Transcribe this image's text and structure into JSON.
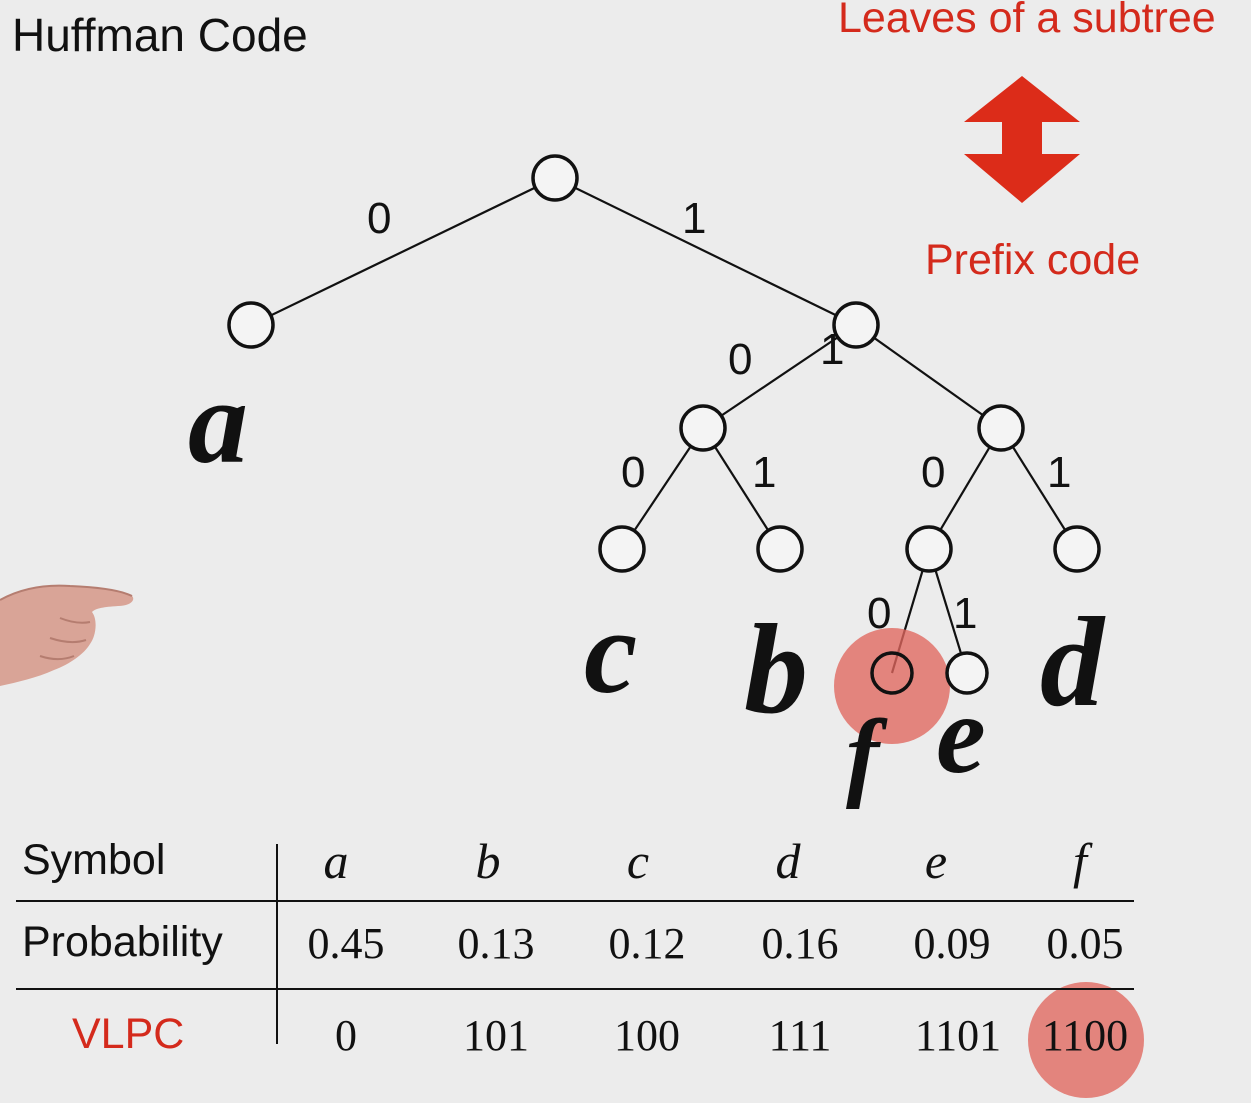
{
  "title": "Huffman Code",
  "notes": {
    "top": "Leaves of a subtree",
    "bottom": "Prefix code",
    "arrow_icon": "double-headed-arrow-icon",
    "color": "#d42a1c"
  },
  "tree": {
    "edge_labels": {
      "root_left": "0",
      "root_right": "1",
      "n1_left": "0",
      "n1_right": "1",
      "n2_left": "0",
      "n2_right": "1",
      "n3_left": "0",
      "n3_right": "1",
      "n4_left": "0",
      "n4_right": "1"
    },
    "leaves": {
      "a": "a",
      "b": "b",
      "c": "c",
      "d": "d",
      "e": "e",
      "f": "f"
    },
    "highlighted_leaf": "f"
  },
  "table": {
    "headers": {
      "symbol": "Symbol",
      "probability": "Probability",
      "vlpc": "VLPC"
    },
    "symbols": [
      "a",
      "b",
      "c",
      "d",
      "e",
      "f"
    ],
    "probabilities": [
      "0.45",
      "0.13",
      "0.12",
      "0.16",
      "0.09",
      "0.05"
    ],
    "codes": [
      "0",
      "101",
      "100",
      "111",
      "1101",
      "1100"
    ],
    "highlighted_code": "1100"
  }
}
